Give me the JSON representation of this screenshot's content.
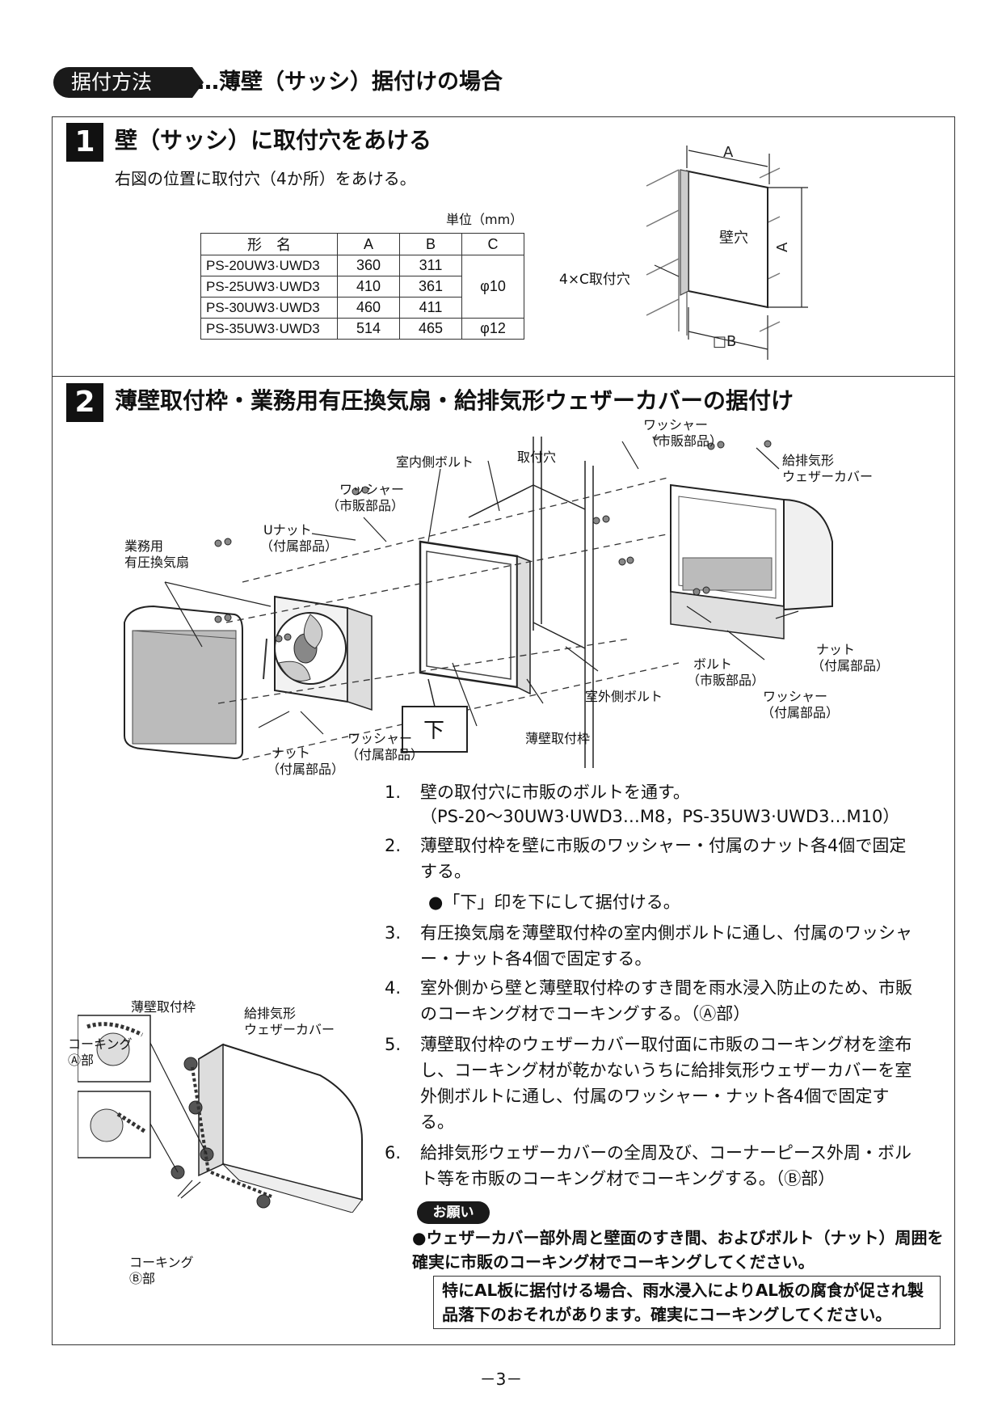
{
  "header": {
    "pill": "据付方法",
    "subtitle": "…薄壁（サッシ）据付けの場合"
  },
  "step1": {
    "number": "1",
    "title": "壁（サッシ）に取付穴をあける",
    "desc": "右図の位置に取付穴（4か所）をあける。",
    "unit": "単位（mm）",
    "table": {
      "headers": [
        "形　名",
        "A",
        "B",
        "C"
      ],
      "rows": [
        {
          "model": "PS-20UW3·UWD3",
          "a": "360",
          "b": "311"
        },
        {
          "model": "PS-25UW3·UWD3",
          "a": "410",
          "b": "361"
        },
        {
          "model": "PS-30UW3·UWD3",
          "a": "460",
          "b": "411"
        },
        {
          "model": "PS-35UW3·UWD3",
          "a": "514",
          "b": "465"
        }
      ],
      "c_values": [
        "φ10",
        "φ12"
      ]
    },
    "diagram": {
      "label_a_top": "A",
      "label_a_side": "A",
      "label_b": "□B",
      "label_hole": "壁穴",
      "label_mount": "4×C取付穴"
    }
  },
  "step2": {
    "number": "2",
    "title": "薄壁取付枠・業務用有圧換気扇・給排気形ウェザーカバーの据付け",
    "labels": {
      "washer_top": "ワッシャー",
      "washer_top_sub": "（市販部品）",
      "indoor_bolt": "室内側ボルト",
      "mount_hole": "取付穴",
      "weather_cover_1": "給排気形",
      "weather_cover_2": "ウェザーカバー",
      "washer_left": "ワッシャー",
      "washer_left_sub": "（市販部品）",
      "u_nut": "Uナット",
      "u_nut_sub": "（付属部品）",
      "fan_1": "業務用",
      "fan_2": "有圧換気扇",
      "nut_right": "ナット",
      "nut_right_sub": "（付属部品）",
      "bolt": "ボルト",
      "bolt_sub": "（市販部品）",
      "washer_right": "ワッシャー",
      "washer_right_sub": "（付属部品）",
      "outdoor_bolt": "室外側ボルト",
      "down_mark": "下",
      "frame": "薄壁取付枠",
      "washer_bottom": "ワッシャー",
      "washer_bottom_sub": "（付属部品）",
      "nut_bottom": "ナット",
      "nut_bottom_sub": "（付属部品）"
    },
    "caulk_labels": {
      "frame": "薄壁取付枠",
      "cover_1": "給排気形",
      "cover_2": "ウェザーカバー",
      "caulk_a_1": "コーキング",
      "caulk_a_2": "Ⓐ部",
      "caulk_b_1": "コーキング",
      "caulk_b_2": "Ⓑ部"
    },
    "instructions": [
      {
        "n": "1.",
        "text": "壁の取付穴に市販のボルトを通す。"
      },
      {
        "n": "",
        "text": "（PS-20～30UW3·UWD3…M8，PS-35UW3·UWD3…M10）"
      },
      {
        "n": "2.",
        "text": "薄壁取付枠を壁に市販のワッシャー・付属のナット各4個で固定する。"
      },
      {
        "n": "3.",
        "text": "有圧換気扇を薄壁取付枠の室内側ボルトに通し、付属のワッシャー・ナット各4個で固定する。"
      },
      {
        "n": "4.",
        "text": "室外側から壁と薄壁取付枠のすき間を雨水浸入防止のため、市販のコーキング材でコーキングする。（Ⓐ部）"
      },
      {
        "n": "5.",
        "text": "薄壁取付枠のウェザーカバー取付面に市販のコーキング材を塗布し、コーキング材が乾かないうちに給排気形ウェザーカバーを室外側ボルトに通し、付属のワッシャー・ナット各4個で固定する。"
      },
      {
        "n": "6.",
        "text": "給排気形ウェザーカバーの全周及び、コーナーピース外周・ボルト等を市販のコーキング材でコーキングする。（Ⓑ部）"
      }
    ],
    "note_down": "●「下」印を下にして据付ける。",
    "request_label": "お願い",
    "request_text": "●ウェザーカバー部外周と壁面のすき間、およびボルト（ナット）周囲を確実に市販のコーキング材でコーキングしてください。",
    "warning": "特にAL板に据付ける場合、雨水浸入によりAL板の腐食が促され製品落下のおそれがあります。確実にコーキングしてください。"
  },
  "page_number": "－3－"
}
